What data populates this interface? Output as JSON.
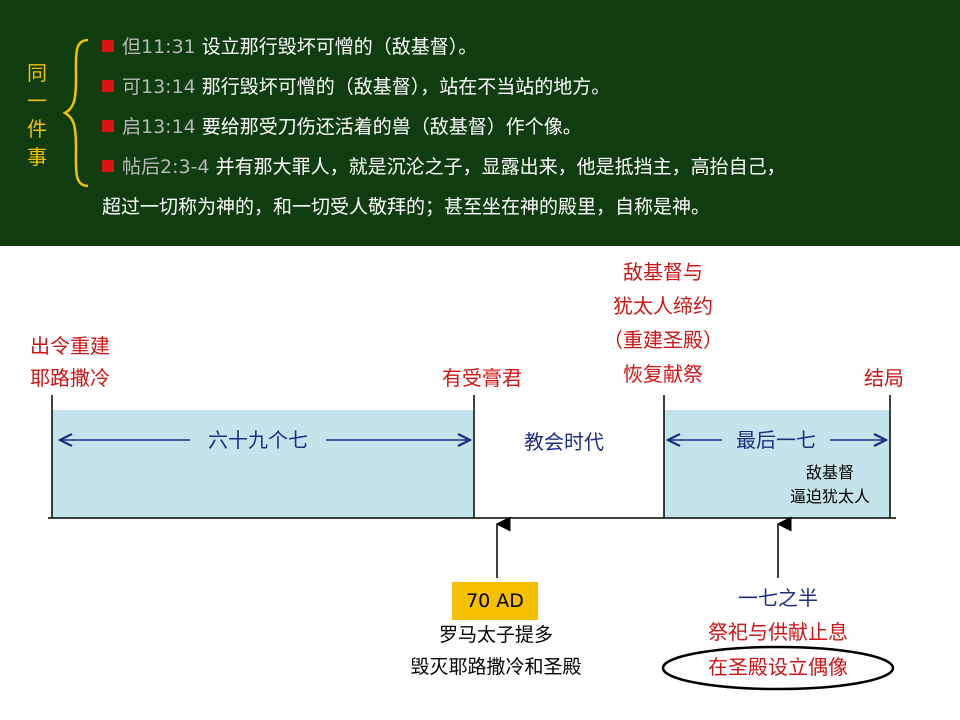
{
  "top_panel": {
    "side_label": [
      "同",
      "一",
      "件",
      "事"
    ],
    "lines": [
      {
        "ref": "但11:31",
        "text": " 设立那行毁坏可憎的（敌基督）。"
      },
      {
        "ref": "可13:14",
        "text": " 那行毁坏可憎的（敌基督），站在不当站的地方。"
      },
      {
        "ref": "启13:14",
        "text": " 要给那受刀伤还活着的兽（敌基督）作个像。"
      },
      {
        "ref": "帖后2:3-4",
        "text": " 并有那大罪人，就是沉沦之子，显露出来，他是抵挡主，高抬自己，"
      }
    ],
    "continuation": "超过一切称为神的，和一切受人敬拜的；甚至坐在神的殿里，自称是神。"
  },
  "timeline": {
    "start_label": [
      "出令重建",
      "耶路撒冷"
    ],
    "messiah_label": "有受膏君",
    "covenant_label": [
      "敌基督与",
      "犹太人缔约",
      "（重建圣殿）",
      "恢复献祭"
    ],
    "end_label": "结局",
    "sixty_nine_sevens": "六十九个七",
    "church_age": "教会时代",
    "last_seven": "最后一七",
    "persecution": [
      "敌基督",
      "逼迫犹太人"
    ],
    "ad70_badge": "70 AD",
    "ad70_desc": [
      "罗马太子提多",
      "毁灭耶路撒冷和圣殿"
    ],
    "half_seven": "一七之半",
    "half_seven_desc": [
      "祭祀与供献止息",
      "在圣殿设立偶像"
    ]
  },
  "colors": {
    "panel_bg": "#0f3d0f",
    "side_label": "#f2c200",
    "bullet": "#d81414",
    "accent_red": "#d01414",
    "navy": "#1e2e80",
    "period_fill": "#c3e4ea",
    "badge": "#f5c000"
  }
}
